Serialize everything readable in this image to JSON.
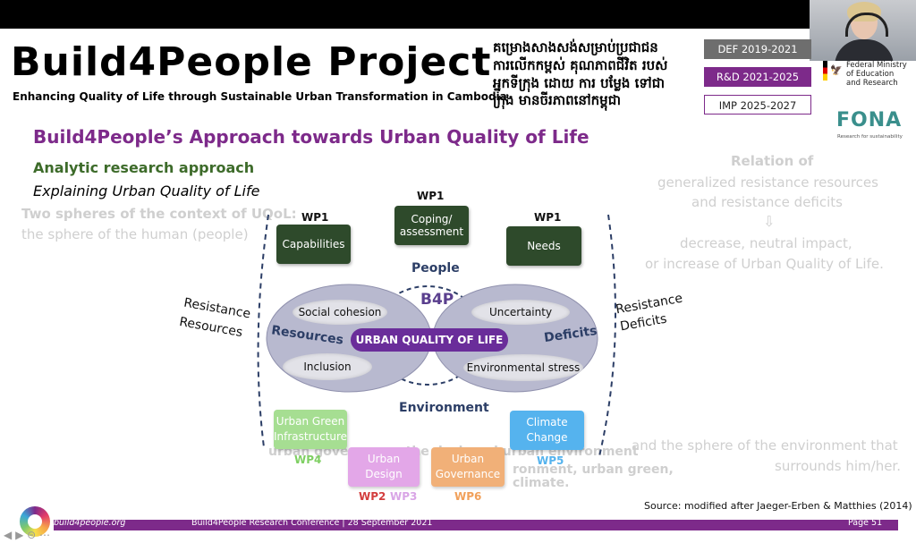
{
  "header": {
    "title": "Build4People Project",
    "subtitle": "Enhancing Quality of Life through Sustainable Urban Transformation in Cambodia",
    "khmer_lines": [
      "គម្រោងសាងសង់សម្រាប់ប្រជាជន",
      "ការលើកកម្ពស់ គុណភាពជីវិត របស់",
      "អ្នកទីក្រុង ដោយ ការ បម្លែង ទៅជា",
      "ក្រុង មានចីរភាពនៅកម្ពុជា"
    ],
    "phases": [
      "DEF 2019-2021",
      "R&D 2021-2025",
      "IMP 2025-2027"
    ],
    "ministry": [
      "Federal Ministry",
      "of Education",
      "and Research"
    ],
    "fona": "FONA",
    "fona_sub": "Research for sustainability"
  },
  "slide": {
    "heading": "Build4People’s Approach towards Urban Quality of Life",
    "analytic": "Analytic research approach",
    "explaining": "Explaining Urban Quality of Life",
    "ghost_left": [
      "Two spheres of the context of UQoL:",
      "the sphere of the human (people)"
    ],
    "ghost_right": [
      "Relation of",
      "generalized resistance resources",
      "and resistance deficits",
      "⇩",
      "decrease, neutral impact,",
      "or increase of Urban Quality of Life."
    ],
    "ghost_bottom_right": [
      "and the sphere of the environment that",
      "surrounds him/her."
    ],
    "ghost_mid": [
      "urban governance, the designed urban environment",
      "ronment, urban green,",
      "climate."
    ]
  },
  "diagram": {
    "wp_boxes": [
      {
        "tag": "WP1",
        "label": "Capabilities"
      },
      {
        "tag": "WP1",
        "label": "Coping/ assessment"
      },
      {
        "tag": "WP1",
        "label": "Needs"
      }
    ],
    "people": "People",
    "environment": "Environment",
    "b4p": "B4P",
    "resources": "Resources",
    "deficits": "Deficits",
    "center": "URBAN QUALITY OF LIFE",
    "ovals": [
      "Social cohesion",
      "Inclusion",
      "Uncertainty",
      "Environmental stress"
    ],
    "resistance_resources": [
      "Resistance",
      "Resources"
    ],
    "resistance_deficits": [
      "Resistance",
      "Deficits"
    ],
    "env_boxes": [
      {
        "label": "Urban Green Infrastructure",
        "wp": "WP4"
      },
      {
        "label": "Urban Design",
        "wp": "WP2"
      },
      {
        "label": "Urban Governance",
        "wp": "WP6"
      },
      {
        "label": "Climate Change",
        "wp": "WP5"
      }
    ],
    "wp3": "WP3"
  },
  "source": "Source: modified after Jaeger-Erben & Matthies (2014)",
  "footer": {
    "site": "build4people.org",
    "conference": "Build4People Research Conference | 28 September 2021",
    "page": "Page 51"
  },
  "colors": {
    "purple": "#7d2a8a",
    "green_dark": "#2e4a2b",
    "navy": "#2c3e66"
  }
}
